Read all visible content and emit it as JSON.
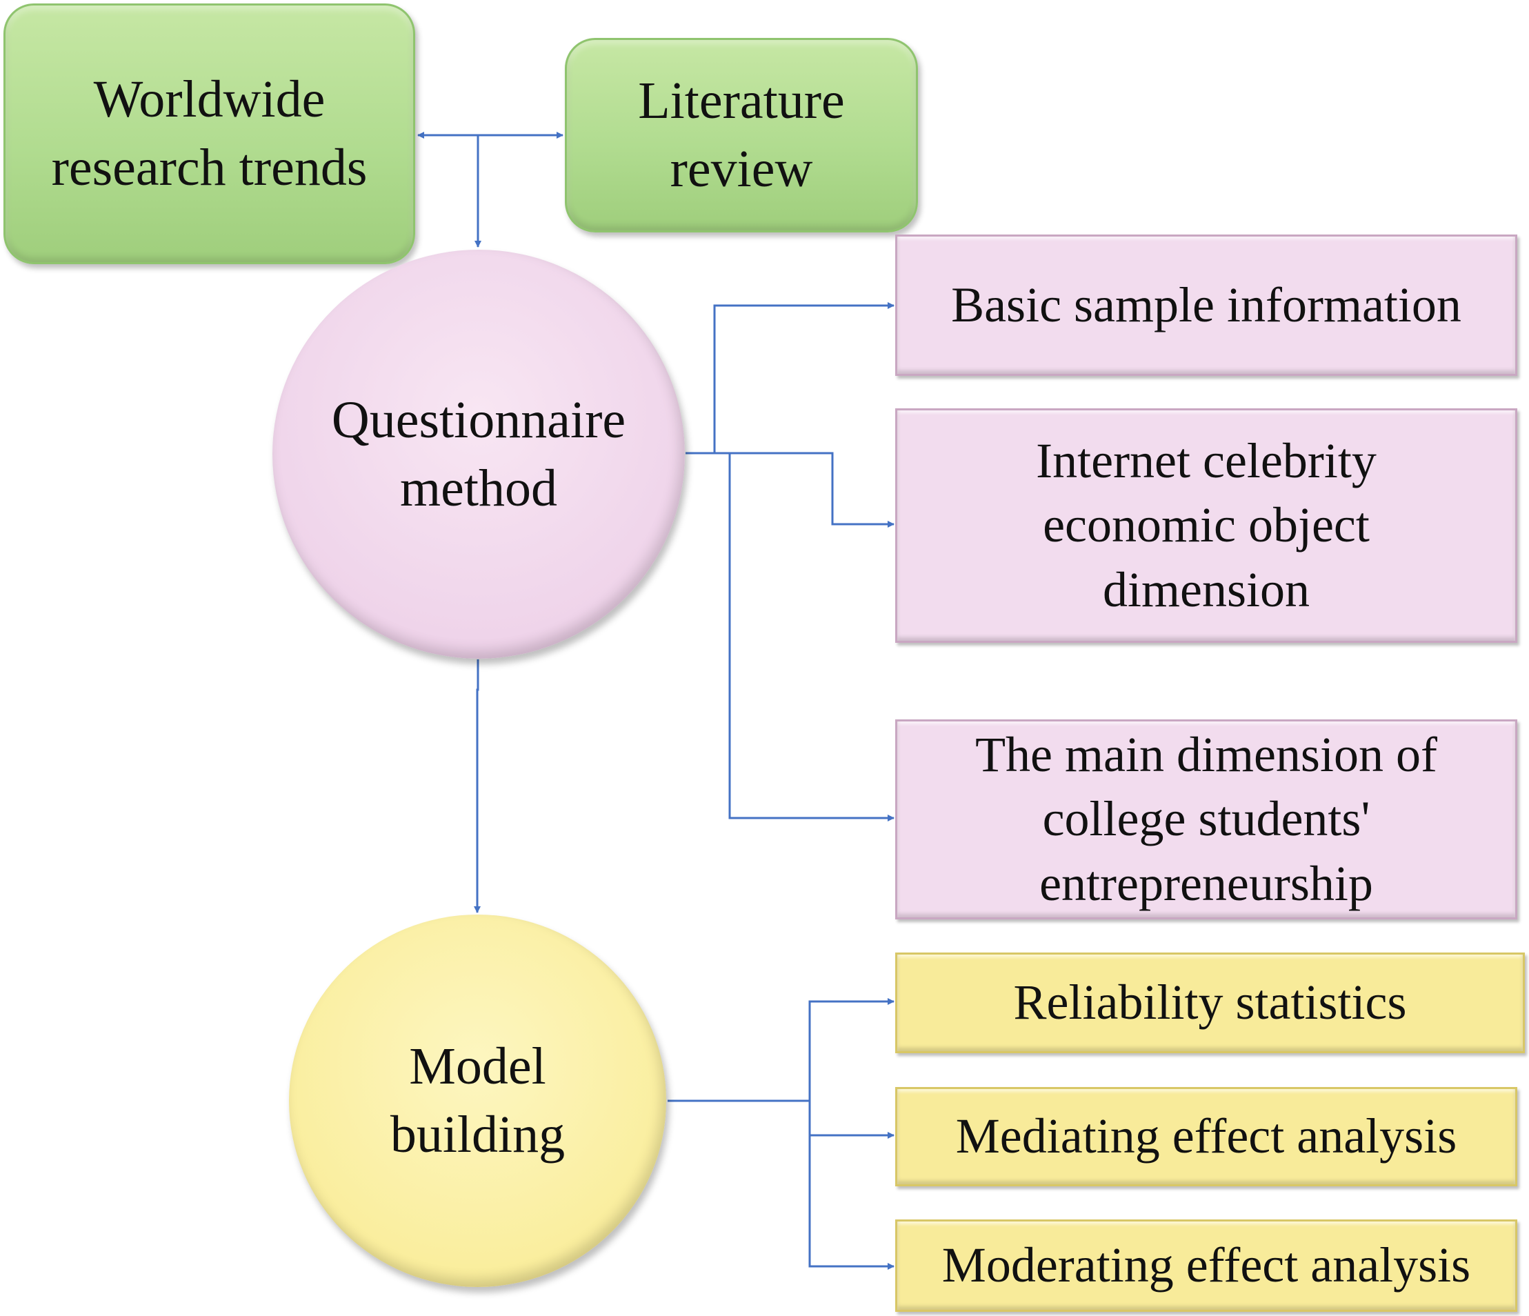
{
  "colors": {
    "connector": "#4472c4",
    "green_fill": "#b1dc90",
    "pink_fill": "#f2dcee",
    "yellow_fill": "#f8eb9a"
  },
  "nodes": {
    "worldwide_research_trends": "Worldwide\nresearch trends",
    "literature_review": "Literature\nreview",
    "questionnaire_method": "Questionnaire\nmethod",
    "basic_sample_information": "Basic sample information",
    "internet_celebrity_dimension": "Internet celebrity\neconomic object\ndimension",
    "entrepreneurship_dimension": "The main dimension of\ncollege students'\nentrepreneurship",
    "model_building": "Model\nbuilding",
    "reliability_statistics": "Reliability statistics",
    "mediating_effect_analysis": "Mediating effect analysis",
    "moderating_effect_analysis": "Moderating effect analysis"
  }
}
